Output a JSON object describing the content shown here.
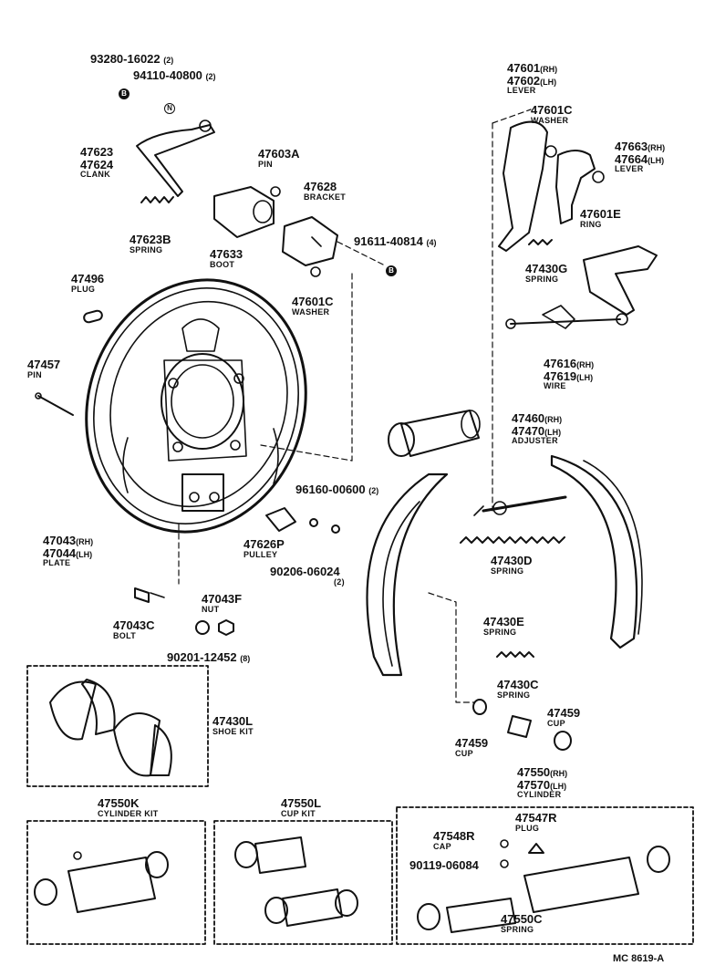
{
  "diagram_code": "MC 8619-A",
  "parts": [
    {
      "id": "p1",
      "number": "93280-16022",
      "suffix": "(2)",
      "name": ""
    },
    {
      "id": "p2",
      "number": "94110-40800",
      "suffix": "(2)",
      "name": ""
    },
    {
      "id": "p3",
      "number": "47623",
      "suffix": "",
      "name": ""
    },
    {
      "id": "p4",
      "number": "47624",
      "suffix": "",
      "name": "CLANK"
    },
    {
      "id": "p5",
      "number": "47603A",
      "suffix": "",
      "name": "PIN"
    },
    {
      "id": "p6",
      "number": "47628",
      "suffix": "",
      "name": "BRACKET"
    },
    {
      "id": "p7",
      "number": "47623B",
      "suffix": "",
      "name": "SPRING"
    },
    {
      "id": "p8",
      "number": "47633",
      "suffix": "",
      "name": "BOOT"
    },
    {
      "id": "p9",
      "number": "91611-40814",
      "suffix": "(4)",
      "name": ""
    },
    {
      "id": "p10",
      "number": "47496",
      "suffix": "",
      "name": "PLUG"
    },
    {
      "id": "p11",
      "number": "47601C",
      "suffix": "",
      "name": "WASHER"
    },
    {
      "id": "p12",
      "number": "47457",
      "suffix": "",
      "name": "PIN"
    },
    {
      "id": "p13",
      "number": "47601",
      "suffix": "(RH)",
      "name": ""
    },
    {
      "id": "p14",
      "number": "47602",
      "suffix": "(LH)",
      "name": "LEVER"
    },
    {
      "id": "p15",
      "number": "47601C",
      "suffix": "",
      "name": "WASHER"
    },
    {
      "id": "p16",
      "number": "47663",
      "suffix": "(RH)",
      "name": ""
    },
    {
      "id": "p17",
      "number": "47664",
      "suffix": "(LH)",
      "name": "LEVER"
    },
    {
      "id": "p18",
      "number": "47601E",
      "suffix": "",
      "name": "RING"
    },
    {
      "id": "p19",
      "number": "47430G",
      "suffix": "",
      "name": "SPRING"
    },
    {
      "id": "p20",
      "number": "47616",
      "suffix": "(RH)",
      "name": ""
    },
    {
      "id": "p21",
      "number": "47619",
      "suffix": "(LH)",
      "name": "WIRE"
    },
    {
      "id": "p22",
      "number": "47460",
      "suffix": "(RH)",
      "name": ""
    },
    {
      "id": "p23",
      "number": "47470",
      "suffix": "(LH)",
      "name": "ADJUSTER"
    },
    {
      "id": "p24",
      "number": "96160-00600",
      "suffix": "(2)",
      "name": ""
    },
    {
      "id": "p25",
      "number": "47043",
      "suffix": "(RH)",
      "name": ""
    },
    {
      "id": "p26",
      "number": "47044",
      "suffix": "(LH)",
      "name": "PLATE"
    },
    {
      "id": "p27",
      "number": "47626P",
      "suffix": "",
      "name": "PULLEY"
    },
    {
      "id": "p28",
      "number": "90206-06024",
      "suffix": "",
      "name": "(2)"
    },
    {
      "id": "p29",
      "number": "47430D",
      "suffix": "",
      "name": "SPRING"
    },
    {
      "id": "p30",
      "number": "47043F",
      "suffix": "",
      "name": "NUT"
    },
    {
      "id": "p31",
      "number": "47043C",
      "suffix": "",
      "name": "BOLT"
    },
    {
      "id": "p32",
      "number": "47430E",
      "suffix": "",
      "name": "SPRING"
    },
    {
      "id": "p33",
      "number": "90201-12452",
      "suffix": "(8)",
      "name": ""
    },
    {
      "id": "p34",
      "number": "47430C",
      "suffix": "",
      "name": "SPRING"
    },
    {
      "id": "p35",
      "number": "47459",
      "suffix": "",
      "name": "CUP"
    },
    {
      "id": "p36",
      "number": "47459",
      "suffix": "",
      "name": "CUP"
    },
    {
      "id": "p37",
      "number": "47430L",
      "suffix": "",
      "name": "SHOE KIT"
    },
    {
      "id": "p38",
      "number": "47550",
      "suffix": "(RH)",
      "name": ""
    },
    {
      "id": "p39",
      "number": "47570",
      "suffix": "(LH)",
      "name": "CYLINDER"
    },
    {
      "id": "p40",
      "number": "47550K",
      "suffix": "",
      "name": "CYLINDER KIT"
    },
    {
      "id": "p41",
      "number": "47550L",
      "suffix": "",
      "name": "CUP KIT"
    },
    {
      "id": "p42",
      "number": "47547R",
      "suffix": "",
      "name": "PLUG"
    },
    {
      "id": "p43",
      "number": "47548R",
      "suffix": "",
      "name": "CAP"
    },
    {
      "id": "p44",
      "number": "90119-06084",
      "suffix": "",
      "name": ""
    },
    {
      "id": "p45",
      "number": "47550C",
      "suffix": "",
      "name": "SPRING"
    }
  ],
  "markers": {
    "filled_B": "B",
    "open_N": "N"
  },
  "colors": {
    "ink": "#111111",
    "paper": "#ffffff"
  }
}
